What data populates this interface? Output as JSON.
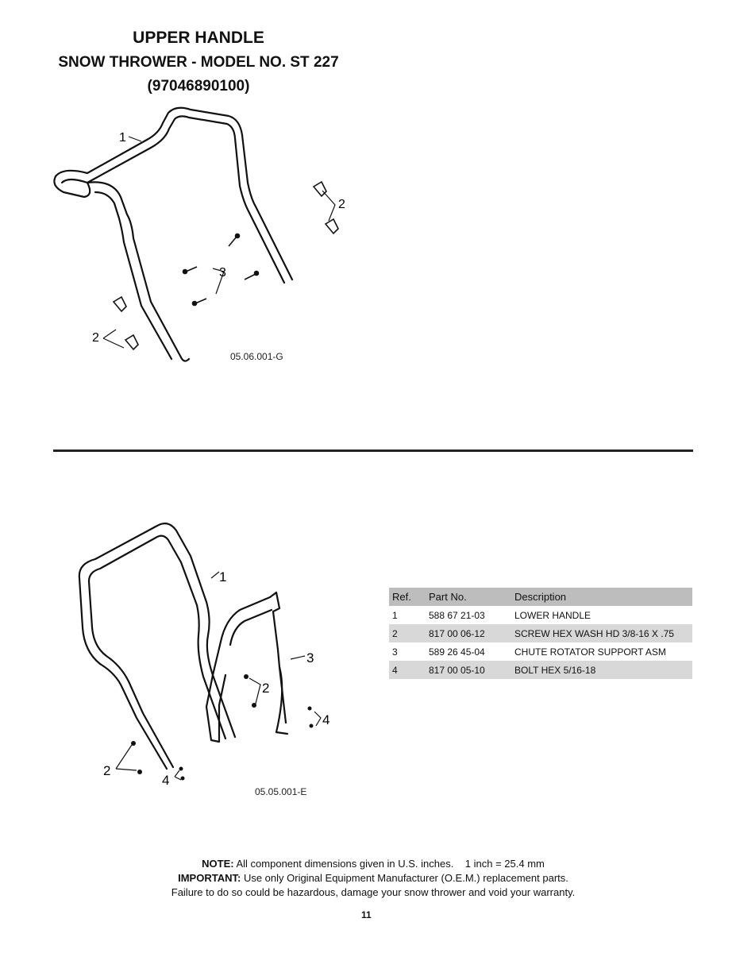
{
  "header": {
    "title": "UPPER HANDLE",
    "subtitle": "SNOW THROWER - MODEL NO. ST 227",
    "model_code": "(97046890100)"
  },
  "top_diagram": {
    "figure_code": "05.06.001-G",
    "callouts": [
      "1",
      "2",
      "3",
      "2"
    ]
  },
  "bottom_diagram": {
    "figure_code": "05.05.001-E",
    "callouts": [
      "1",
      "3",
      "2",
      "4",
      "2",
      "4"
    ]
  },
  "parts_table": {
    "headers": [
      "Ref.",
      "Part No.",
      "Description"
    ],
    "rows": [
      {
        "ref": "1",
        "part_no": "588 67 21-03",
        "description": "LOWER HANDLE"
      },
      {
        "ref": "2",
        "part_no": "817 00 06-12",
        "description": "SCREW HEX WASH HD 3/8-16 X .75"
      },
      {
        "ref": "3",
        "part_no": "589 26 45-04",
        "description": "CHUTE ROTATOR SUPPORT ASM"
      },
      {
        "ref": "4",
        "part_no": "817 00 05-10",
        "description": "BOLT HEX 5/16-18"
      }
    ]
  },
  "notes": {
    "note_label": "NOTE:",
    "note_text": "All component dimensions given in U.S. inches.    1 inch = 25.4 mm",
    "important_label": "IMPORTANT:",
    "important_text": "Use only Original Equipment Manufacturer (O.E.M.) replacement parts.",
    "warning_text": "Failure to do so could be hazardous, damage your snow thrower and void your warranty."
  },
  "page_number": "11"
}
